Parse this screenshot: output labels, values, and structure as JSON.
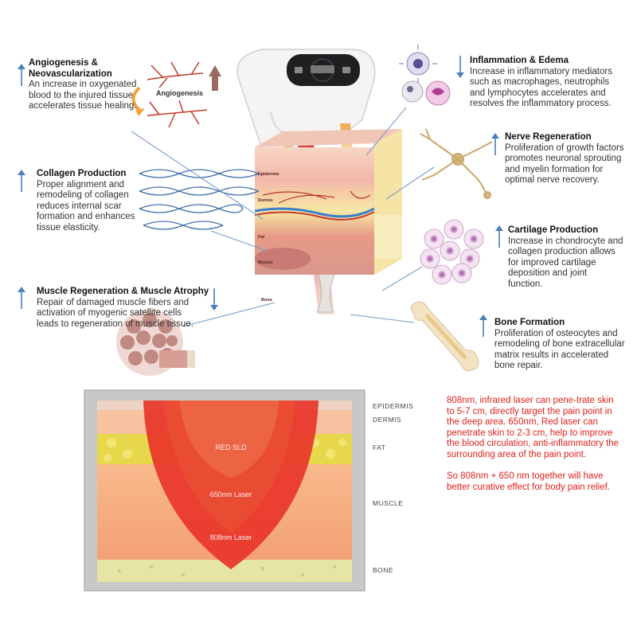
{
  "blocks": {
    "angiogenesis": {
      "title": "Angiogenesis & Neovascularization",
      "body": "An increase in oxygenated blood to the injured tissue accelerates tissue healing."
    },
    "collagen": {
      "title": "Collagen Production",
      "body": "Proper alignment and remodeling of collagen reduces internal scar formation and enhances tissue elasticity."
    },
    "muscle": {
      "title": "Muscle Regeneration & Muscle Atrophy",
      "body": "Repair of damaged muscle fibers and activation of myogenic satellite cells leads to regeneration of muscle tissue."
    },
    "inflammation": {
      "title": "Inflammation & Edema",
      "body": "Increase in inflammatory mediators such as macrophages, neutrophils and lymphocytes accelerates and resolves the inflammatory process."
    },
    "nerve": {
      "title": "Nerve Regeneration",
      "body": "Proliferation of growth factors promotes neuronal sprouting and myelin formation for optimal nerve recovery."
    },
    "cartilage": {
      "title": "Cartilage Production",
      "body": "Increase in chondrocyte and collagen production allows for improved cartilage deposition and joint function."
    },
    "bone": {
      "title": "Bone Formation",
      "body": "Proliferation of osteocytes and remodeling of bone extracellular matrix results in accelerated bone repair."
    }
  },
  "device_label": "Angiogenesis",
  "skin_labels": {
    "epidermis": "Epidermis",
    "dermis": "Dermis",
    "fat": "Fat",
    "muscle": "Muscle",
    "bone": "Bone"
  },
  "panel": {
    "labels": {
      "epidermis": "EPIDERMIS",
      "dermis": "DERMIS",
      "fat": "FAT",
      "muscle": "MUSCLE",
      "bone": "BONE"
    },
    "zones": {
      "red_sld": "RED SLD",
      "laser_650": "650nm Laser",
      "laser_808": "808nm Laser"
    }
  },
  "red_text": {
    "para1": "808nm, infrared laser can pene-trate skin to 5-7 cm, directly target the pain point in the deep area. 650nm, Red laser can penetrate skin to 2-3 cm, help to improve the blood circulation, anti-inflammatory the surrounding area of the pain point.",
    "para2": "So 808nm + 650 nm together will have better curative effect for body pain relief."
  },
  "colors": {
    "arrow_blue": "#4a7fb8",
    "red_text": "#e0211b",
    "fat_yellow": "#e6d84a",
    "muscle_orange": "#f6a978",
    "laser_red": "#e8352a"
  },
  "icons": {
    "up_arrow": "up-arrow-icon",
    "down_arrow": "down-arrow-icon"
  }
}
